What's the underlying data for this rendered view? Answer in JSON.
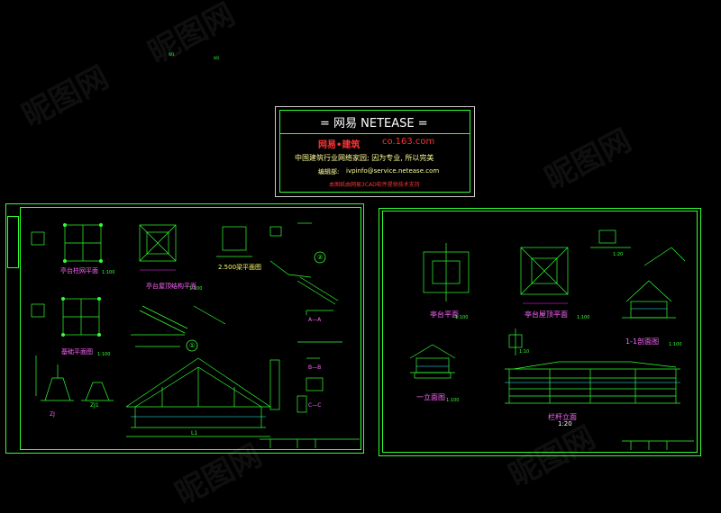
{
  "title_block": {
    "line1": "= 网易  NETEASE =",
    "brand": "网易•建筑",
    "domain": "co.163.com",
    "slogan": "中国建筑行业网络家园; 因为专业, 所以完美",
    "email_label": "编辑部:",
    "email": "ivpinfo@service.netease.com",
    "note": "本图纸由网易3CAD软件提供技术支持"
  },
  "left_sheet": {
    "labels": {
      "column_grid": "亭台柱网平面",
      "column_grid_scale": "1:100",
      "roof_structure": "亭台屋顶结构平面",
      "roof_structure_scale": "1:100",
      "beam_plan": "2.500梁平面图",
      "foundation": "基础平面图",
      "foundation_scale": "1:100",
      "section_aa": "A—A",
      "section_bb": "B—B",
      "section_cc": "C—C",
      "zj": "ZJ",
      "zj1": "ZJ1",
      "circ1": "①",
      "circ2": "②",
      "l1": "L1"
    }
  },
  "right_sheet": {
    "labels": {
      "plan": "亭台平面",
      "plan_scale": "1:100",
      "roof_plan": "亭台屋顶平面",
      "roof_plan_scale": "1:100",
      "section_11": "1-1剖面图",
      "section_11_scale": "1:100",
      "elevation": "一立面图",
      "elevation_scale": "1:100",
      "railing": "栏杆立面",
      "railing_scale": "1:20",
      "detail_scale_a": "1:20",
      "detail_scale_b": "1:10"
    }
  },
  "colors": {
    "line_green": "#33ff33",
    "text_red": "#ff3333",
    "title_bg": "#000000",
    "magenta": "#ff33ff",
    "cyan": "#33ffff",
    "yellow": "#ffff33"
  },
  "watermark": "昵图网"
}
